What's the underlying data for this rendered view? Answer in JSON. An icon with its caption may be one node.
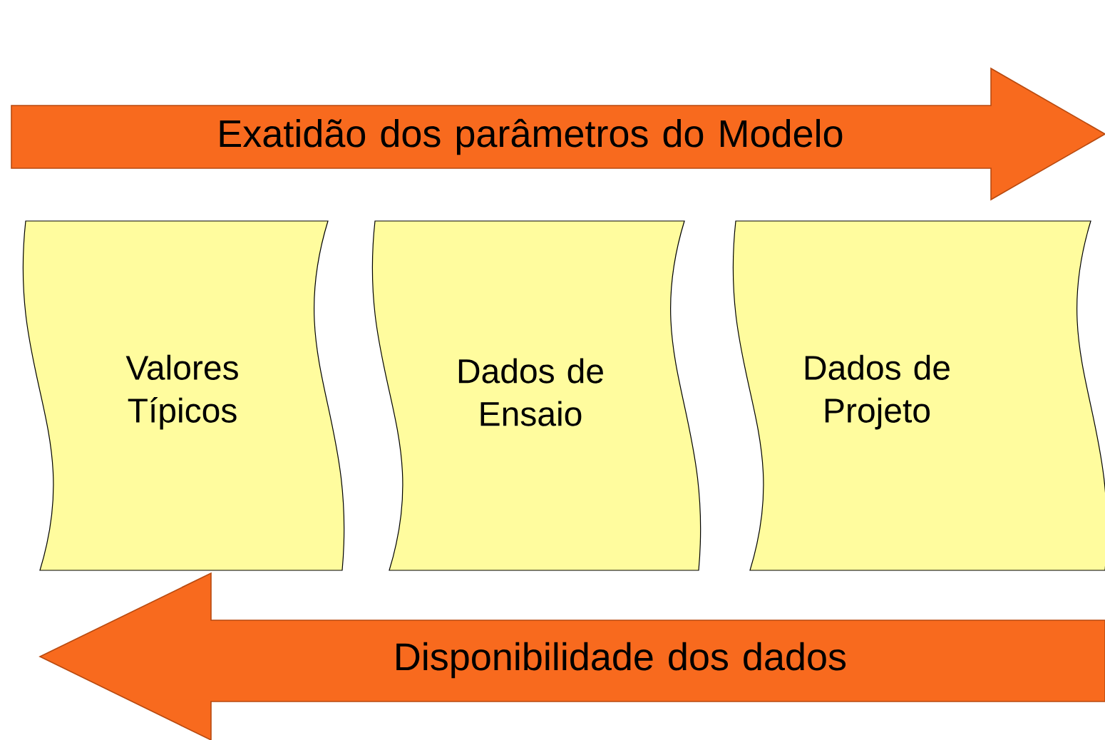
{
  "diagram": {
    "nodes": [
      {
        "text": [
          "Exatidão dos parâmetros do Modelo"
        ]
      },
      {
        "text": [
          "Valores Típicos"
        ]
      },
      {
        "text": [
          "Dados de Ensaio"
        ]
      },
      {
        "text": [
          "Dados de Projeto"
        ]
      },
      {
        "text": [
          "Disponibilidade dos dados"
        ]
      }
    ]
  }
}
